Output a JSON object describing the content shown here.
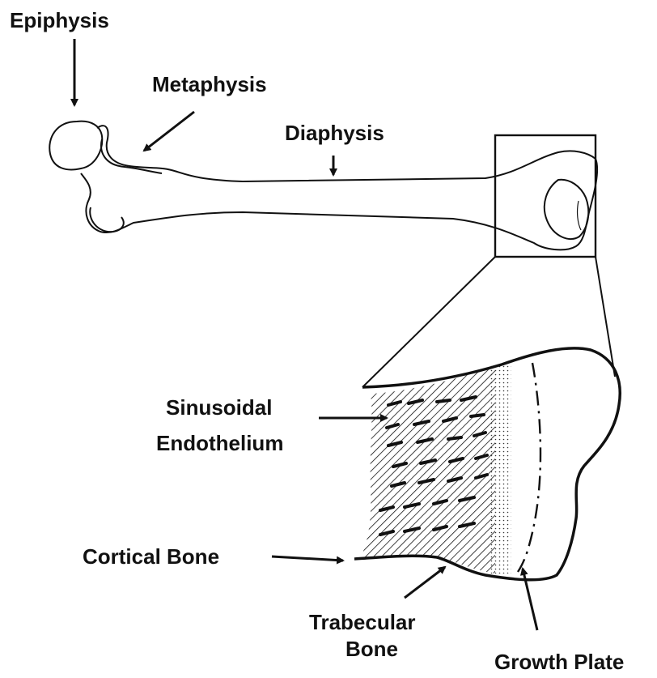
{
  "labels": {
    "epiphysis": "Epiphysis",
    "metaphysis": "Metaphysis",
    "diaphysis": "Diaphysis",
    "sinusoidal_line1": "Sinusoidal",
    "sinusoidal_line2": "Endothelium",
    "cortical_bone": "Cortical Bone",
    "trabecular_line1": "Trabecular",
    "trabecular_line2": "Bone",
    "growth_plate": "Growth Plate"
  },
  "colors": {
    "ink": "#111111",
    "background": "#ffffff"
  }
}
